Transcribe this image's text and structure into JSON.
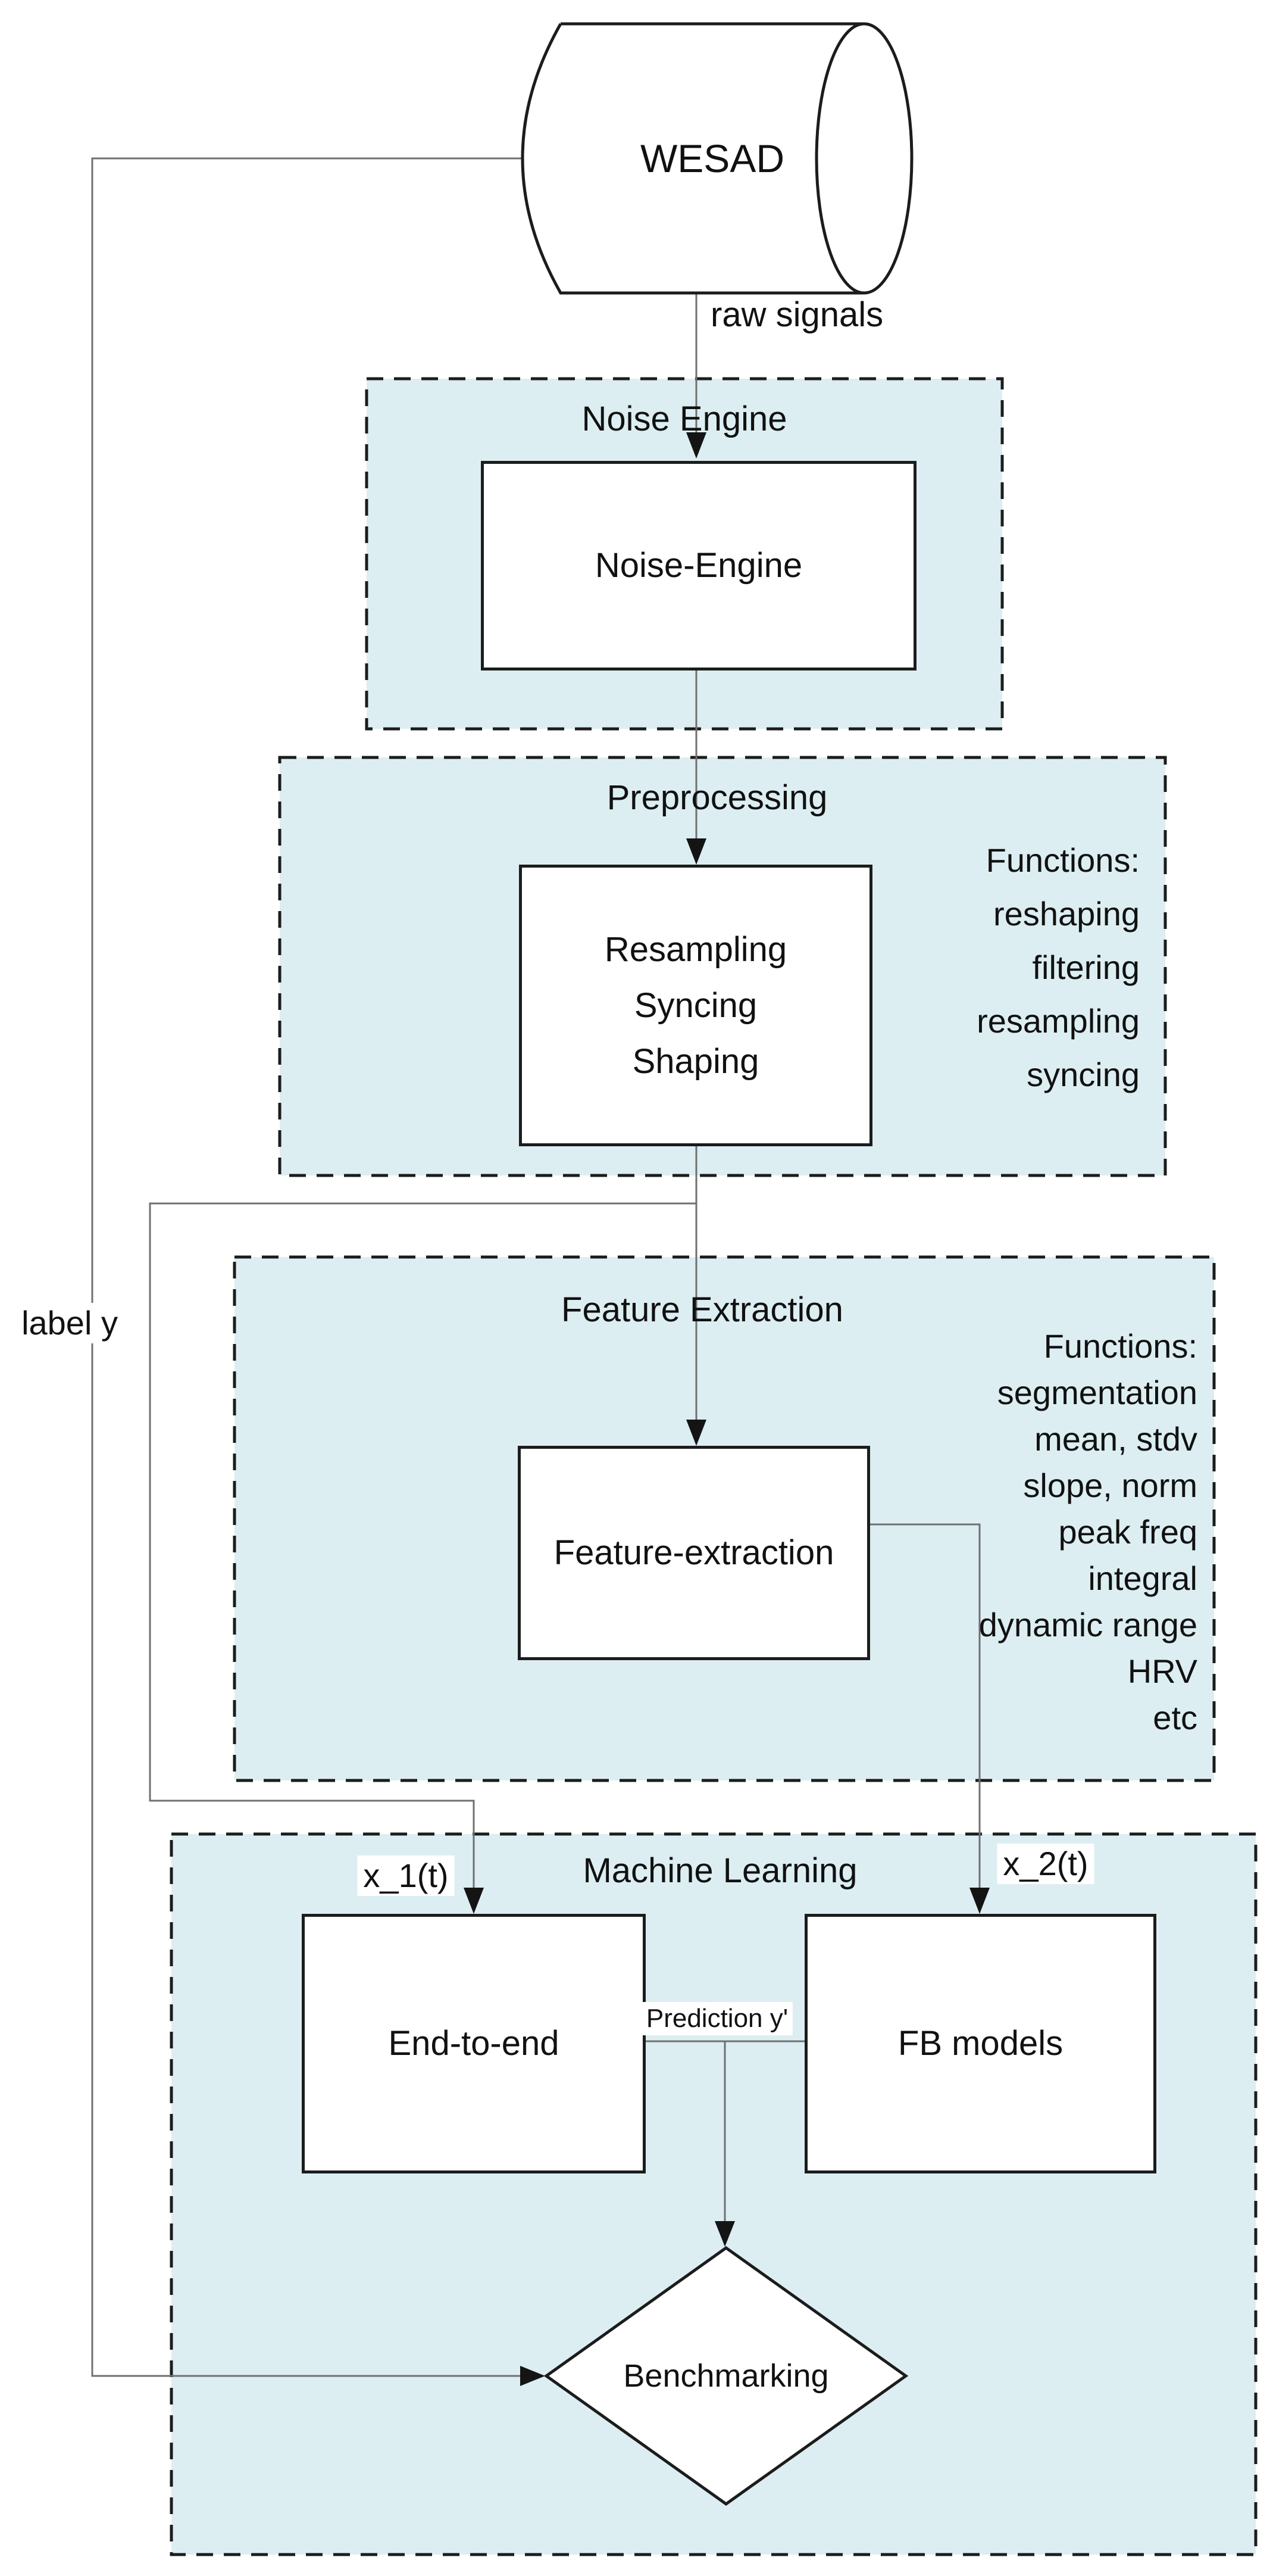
{
  "diagram": {
    "database": {
      "label": "WESAD"
    },
    "edges": {
      "raw_signals": "raw signals",
      "label_y": "label y",
      "x1": "x_1(t)",
      "x2": "x_2(t)",
      "prediction": "Prediction y'"
    },
    "sections": {
      "noise_engine": {
        "title": "Noise Engine",
        "node": "Noise-Engine"
      },
      "preprocessing": {
        "title": "Preprocessing",
        "node": "Resampling\nSyncing\nShaping",
        "functions": "Functions:\nreshaping\nfiltering\nresampling\nsyncing"
      },
      "feature_extraction": {
        "title": "Feature Extraction",
        "node": "Feature-extraction",
        "functions": "Functions:\nsegmentation\nmean, stdv\nslope, norm\npeak freq\nintegral\ndynamic range\nHRV\netc"
      },
      "machine_learning": {
        "title": "Machine Learning",
        "node_left": "End-to-end",
        "node_right": "FB models",
        "decision": "Benchmarking"
      }
    },
    "colors": {
      "section_fill": "#dceef2",
      "box_border": "#1c1c1c",
      "connector": "#707070",
      "text": "#111111",
      "background": "#ffffff"
    }
  }
}
